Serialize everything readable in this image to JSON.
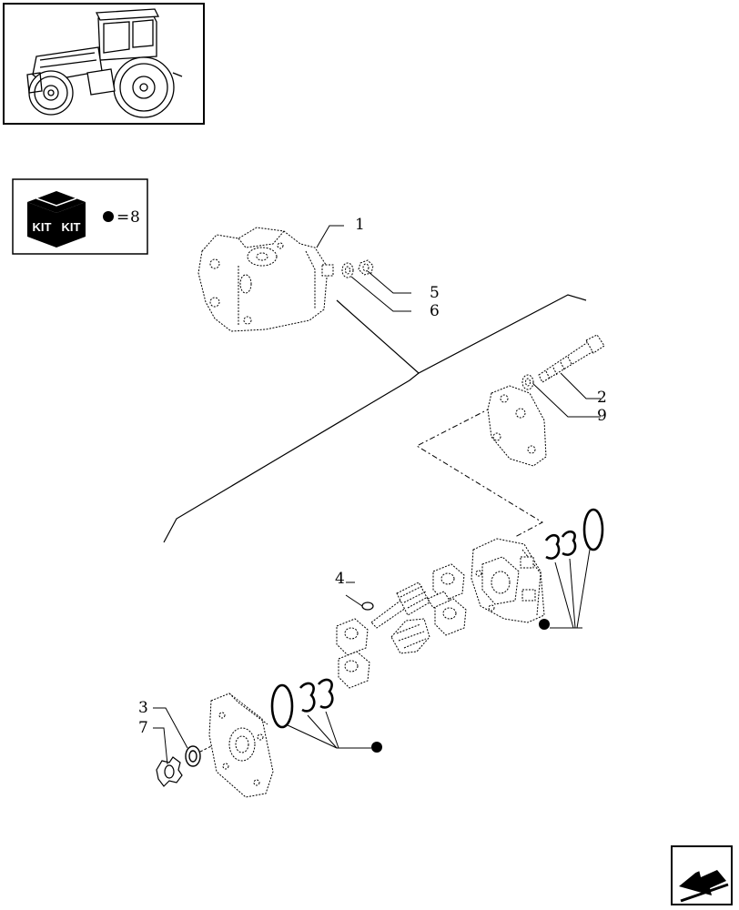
{
  "kit_legend": {
    "kit_text": "KIT",
    "equation": "=",
    "kit_number": "8"
  },
  "callouts": {
    "c1": "1",
    "c2": "2",
    "c3": "3",
    "c4": "4",
    "c5": "5",
    "c6": "6",
    "c7": "7",
    "c9": "9"
  },
  "icons": {
    "vehicle": "tractor-icon",
    "kit": "kit-box-icon",
    "nav": "next-page-arrow-icon"
  }
}
